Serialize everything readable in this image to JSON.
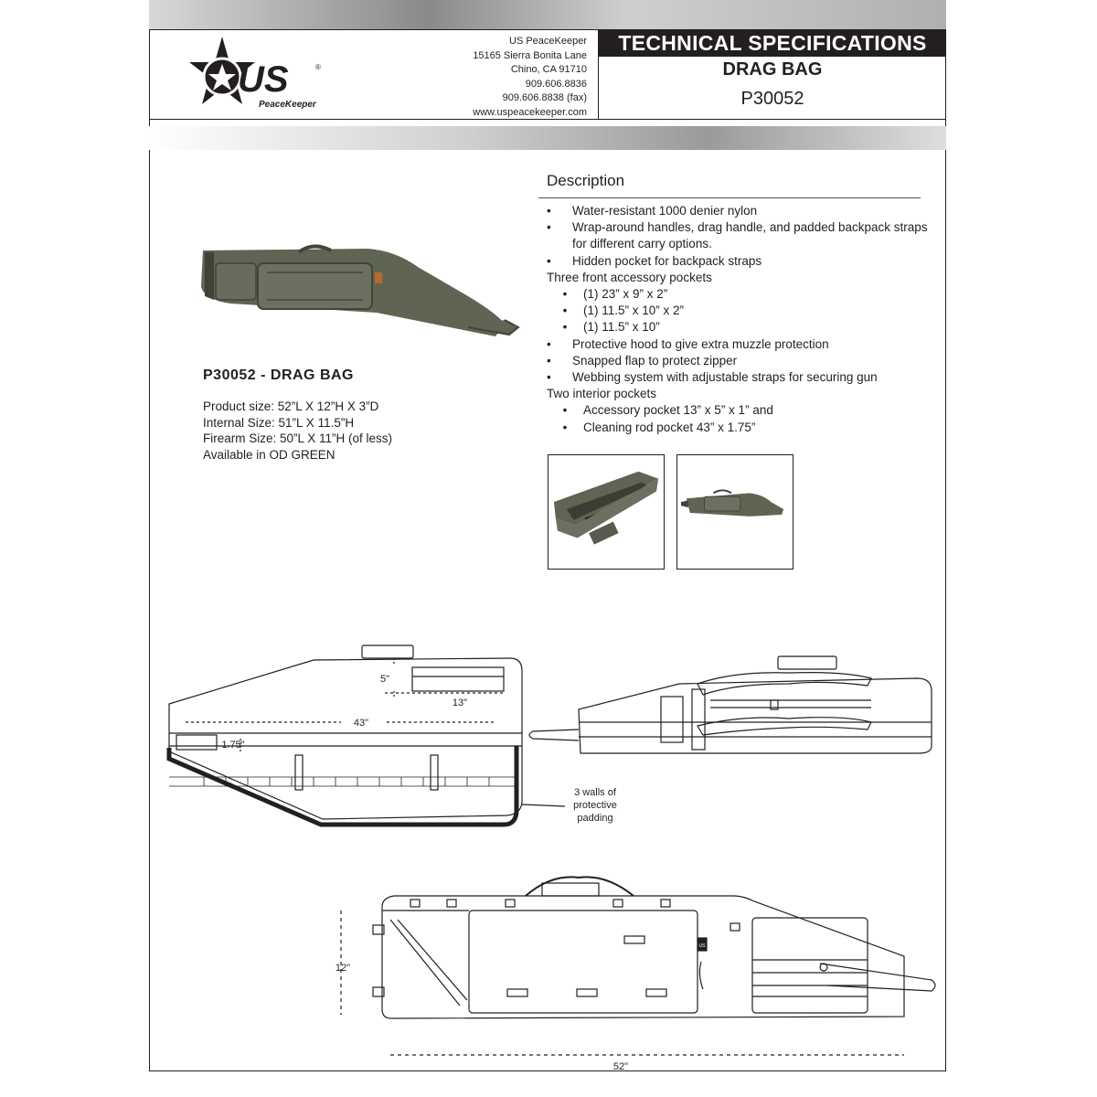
{
  "company": {
    "name": "US PeaceKeeper",
    "street": "15165 Sierra Bonita Lane",
    "city": "Chino, CA 91710",
    "phone": "909.606.8836",
    "fax": "909.606.8838 (fax)",
    "website": "www.uspeacekeeper.com",
    "logo_text": "US",
    "logo_subtext": "PeaceKeeper",
    "logo_mark": "®"
  },
  "header": {
    "title": "TECHNICAL SPECIFICATIONS",
    "product_name": "DRAG BAG",
    "part_number": "P30052"
  },
  "product": {
    "title": "P30052 - DRAG BAG",
    "specs": [
      "Product size: 52”L X 12”H X 3”D",
      "Internal Size: 51”L X 11.5”H",
      "Firearm Size: 50”L X 11”H (of less)",
      "Available in OD GREEN"
    ]
  },
  "description": {
    "title": "Description",
    "bullet": "•",
    "items": [
      {
        "type": "bullet",
        "text": "Water-resistant 1000 denier nylon"
      },
      {
        "type": "bullet",
        "text": "Wrap-around handles, drag handle, and padded backpack straps for different carry options."
      },
      {
        "type": "bullet",
        "text": "Hidden pocket for backpack straps"
      },
      {
        "type": "header",
        "text": "Three front accessory pockets"
      },
      {
        "type": "sub",
        "text": "(1) 23” x 9” x 2”"
      },
      {
        "type": "sub",
        "text": "(1) 11.5” x 10” x 2”"
      },
      {
        "type": "sub",
        "text": "(1) 11.5” x 10”"
      },
      {
        "type": "bullet",
        "text": "Protective hood to give extra muzzle protection"
      },
      {
        "type": "bullet",
        "text": "Snapped flap to protect zipper"
      },
      {
        "type": "bullet",
        "text": "Webbing system with adjustable straps for securing gun"
      },
      {
        "type": "header",
        "text": "Two interior pockets"
      },
      {
        "type": "sub",
        "text": "Accessory pocket 13” x 5” x 1” and"
      },
      {
        "type": "sub",
        "text": "Cleaning rod pocket 43” x 1.75”"
      }
    ]
  },
  "diagram": {
    "dim_5": "5\"",
    "dim_13": "13\"",
    "dim_43": "43\"",
    "dim_175": "1.75\"",
    "padding_note": [
      "3 walls of",
      "protective",
      "padding"
    ],
    "dim_12": "12\"",
    "dim_52": "52\"",
    "tag_text": "US"
  },
  "colors": {
    "ink": "#231f20",
    "od_green": "#5f6453",
    "header_bar": "#231f20"
  }
}
